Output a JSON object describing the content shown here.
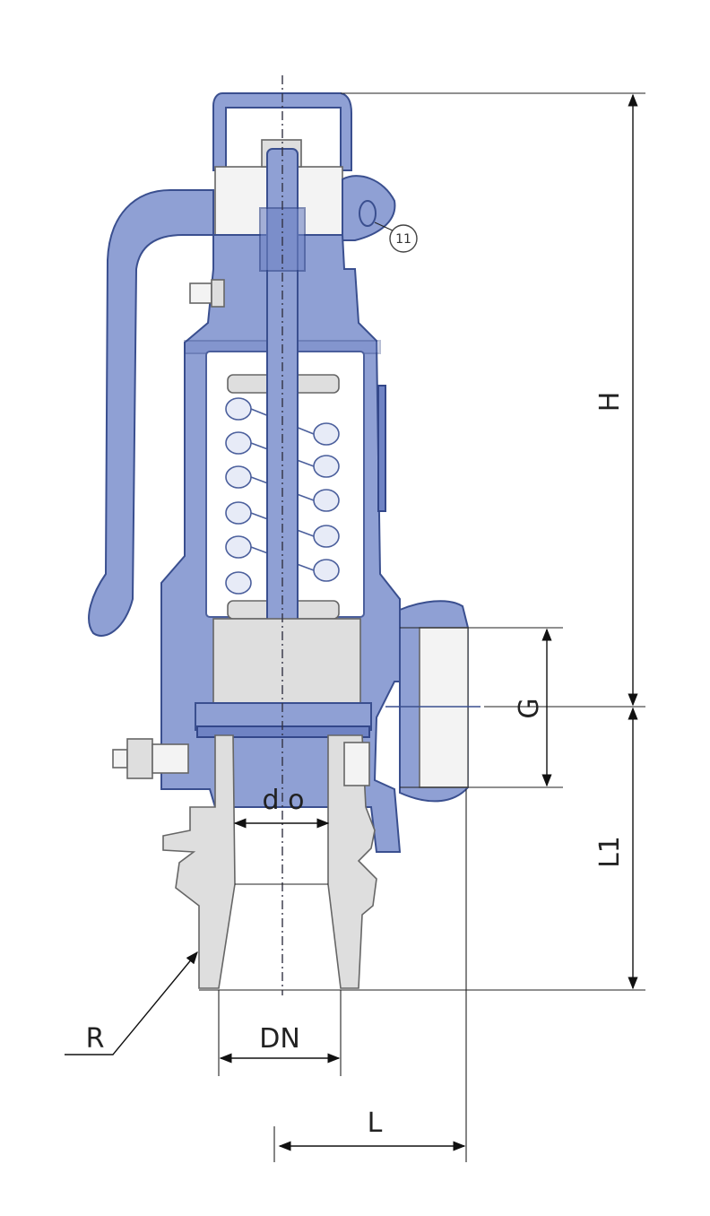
{
  "diagram": {
    "dimension_labels": {
      "height": "H",
      "inlet_height": "L1",
      "outlet_thread": "G",
      "orifice": "d o",
      "nominal_diameter": "DN",
      "face_to_center": "L",
      "thread_profile": "R"
    },
    "callout": "11",
    "colors": {
      "body": "#8fa0d4",
      "body_outline": "#3a4f8f",
      "inlet_nozzle": "#dedede"
    }
  }
}
